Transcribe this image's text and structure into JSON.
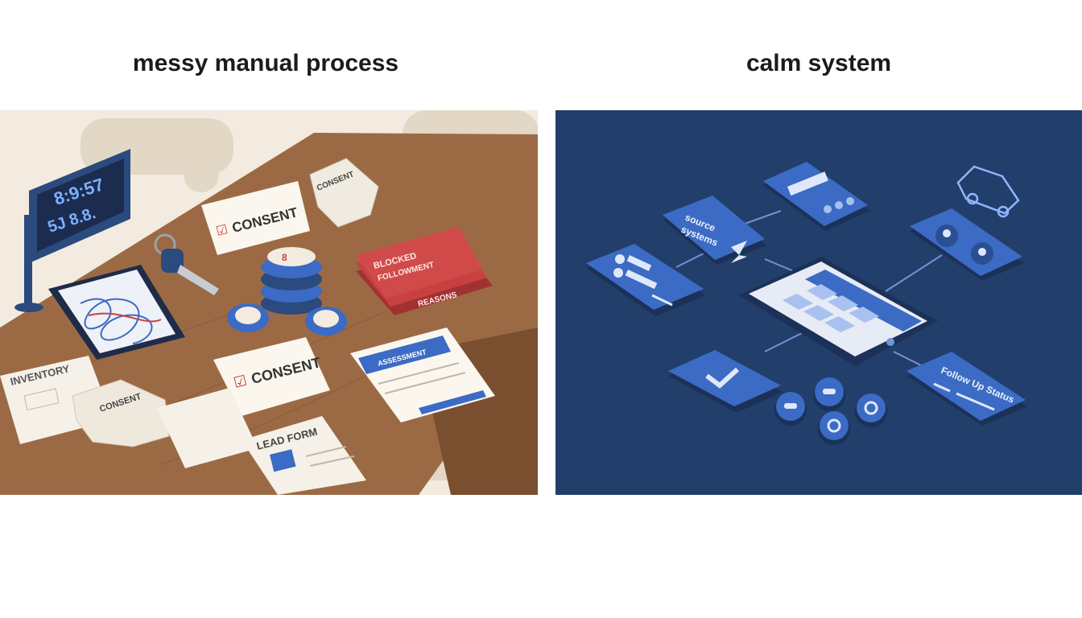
{
  "titles": {
    "left": "messy manual process",
    "right": "calm system"
  },
  "left": {
    "clock": {
      "line1": "8:9:57",
      "line2": "5J 8.8."
    },
    "notes": {
      "consent_top": "CONSENT",
      "consent_mid": "CONSENT",
      "crumpled_top": "CONSENT",
      "crumpled_bottom": "CONSENT",
      "blocked_1": "BLOCKED",
      "blocked_2": "FOLLOWMENT",
      "reasons": "REASONS",
      "inventory": "INVENTORY",
      "assessment": "ASSESSMENT",
      "lead_form": "LEAD FORM"
    }
  },
  "right": {
    "source_label_1": "source",
    "source_label_2": "systems",
    "follow_up": "Follow Up Status"
  },
  "colors": {
    "navy_panel": "#223e6b",
    "card_blue": "#3b6bc4",
    "desk_wood": "#9b6a44",
    "accent_red": "#c94040"
  }
}
